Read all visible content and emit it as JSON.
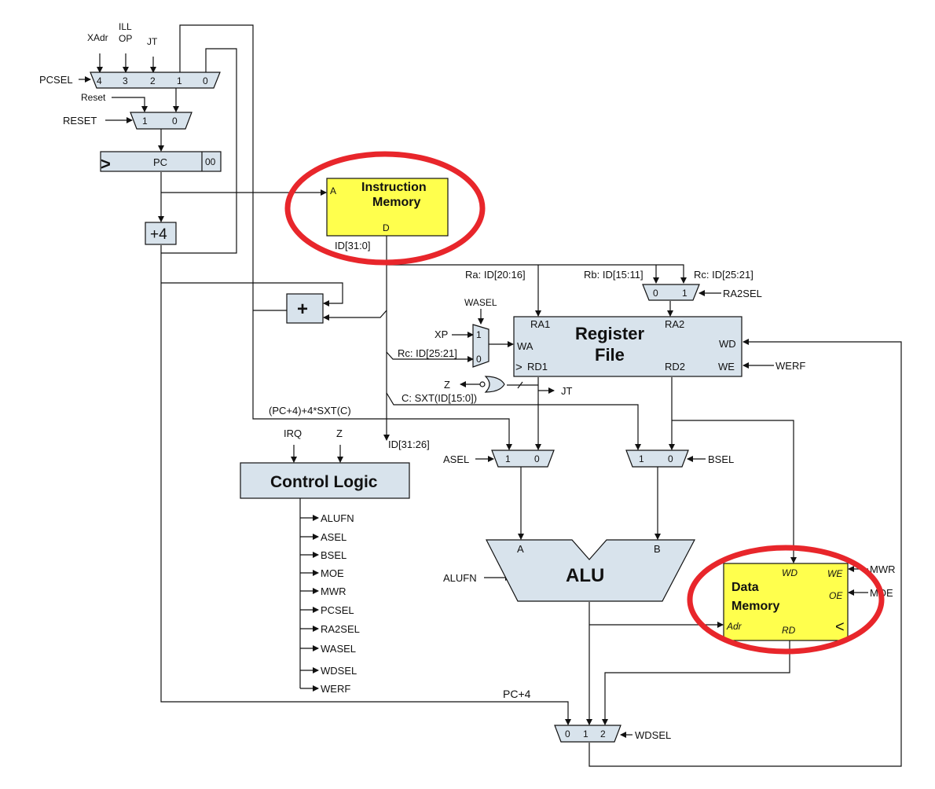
{
  "pcsel_mux": {
    "label": "PCSEL",
    "inputs": [
      "XAdr",
      "ILL",
      "OP",
      "JT"
    ],
    "ports": [
      "4",
      "3",
      "2",
      "1",
      "0"
    ]
  },
  "reset_mux": {
    "label": "RESET",
    "input": "Reset",
    "ports": [
      "1",
      "0"
    ]
  },
  "pc": {
    "clock": ">",
    "label": "PC",
    "suffix": "00"
  },
  "adder4": {
    "label": "+4"
  },
  "branch_adder": {
    "label": "+",
    "expr": "(PC+4)+4*SXT(C)"
  },
  "imem": {
    "title1": "Instruction",
    "title2": "Memory",
    "port_a": "A",
    "port_d": "D",
    "output": "ID[31:0]"
  },
  "fields": {
    "ra": "Ra: ID[20:16]",
    "rb": "Rb: ID[15:11]",
    "rc_top": "Rc: ID[25:21]",
    "rc_wa": "Rc: ID[25:21]",
    "c": "C: SXT(ID[15:0])",
    "id_ctl": "ID[31:26]"
  },
  "ra2sel_mux": {
    "label": "RA2SEL",
    "ports": [
      "0",
      "1"
    ]
  },
  "wasel_mux": {
    "label": "WASEL",
    "xp": "XP",
    "ports": [
      "1",
      "0"
    ]
  },
  "regfile": {
    "title1": "Register",
    "title2": "File",
    "ra1": "RA1",
    "ra2": "RA2",
    "wa": "WA",
    "wd": "WD",
    "rd1": "RD1",
    "rd2": "RD2",
    "we": "WE",
    "werf": "WERF",
    "clock": ">"
  },
  "zero_logic": {
    "z": "Z",
    "jt": "JT"
  },
  "control": {
    "title": "Control Logic",
    "irq": "IRQ",
    "z": "Z",
    "outputs": [
      "ALUFN",
      "ASEL",
      "BSEL",
      "MOE",
      "MWR",
      "PCSEL",
      "RA2SEL",
      "WASEL",
      "WDSEL",
      "WERF"
    ]
  },
  "asel_mux": {
    "label": "ASEL",
    "ports": [
      "1",
      "0"
    ]
  },
  "bsel_mux": {
    "label": "BSEL",
    "ports": [
      "1",
      "0"
    ]
  },
  "alu": {
    "title": "ALU",
    "a": "A",
    "b": "B",
    "alufn": "ALUFN"
  },
  "dmem": {
    "title1": "Data",
    "title2": "Memory",
    "wd": "WD",
    "we": "WE",
    "oe": "OE",
    "adr": "Adr",
    "rd": "RD",
    "clock": "<",
    "mwr": "MWR",
    "moe": "MOE"
  },
  "wdsel_mux": {
    "label": "WDSEL",
    "ports": [
      "0",
      "1",
      "2"
    ],
    "pc4": "PC+4"
  },
  "colors": {
    "block_fill": "#d8e3ec",
    "memory_fill": "#ffff4d",
    "highlight": "#e8262b"
  }
}
